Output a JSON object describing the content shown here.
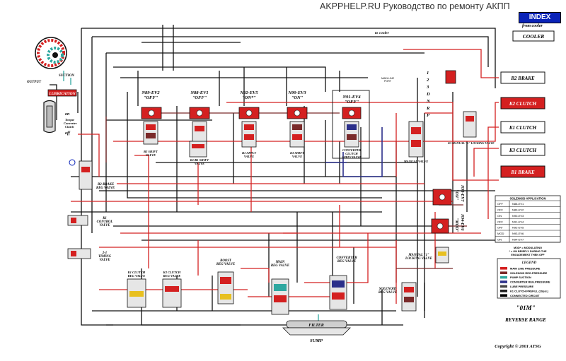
{
  "header": {
    "site_title": "AKPPHELP.RU Руководство по ремонту АКПП",
    "index_button": "INDEX"
  },
  "top": {
    "from_cooler": "from cooler",
    "cooler": "COOLER",
    "to_cooler": "to cooler"
  },
  "left": {
    "suction": "SUCTION",
    "output": "OUTPUT",
    "lubrication": "LUBRICATION",
    "converter_on": "on",
    "converter_label_1": "Torque",
    "converter_label_2": "Converter",
    "converter_label_3": "Clutch",
    "converter_off": "off"
  },
  "solenoids": [
    {
      "name": "N89-EV2",
      "state": "\"OFF\"",
      "valve_1": "B2 SHIFT",
      "valve_2": "VALVE"
    },
    {
      "name": "N88-EV1",
      "state": "\"OFF\"",
      "valve_1": "K1/B1 SHIFT",
      "valve_2": "VALVE"
    },
    {
      "name": "N92-EV5",
      "state": "\"ON*\"",
      "valve_1": "B1 APPLY",
      "valve_2": "VALVE"
    },
    {
      "name": "N90-EV3",
      "state": "\"ON\"",
      "valve_1": "K3 SHIFT",
      "valve_2": "VALVE"
    },
    {
      "name": "N91-EV4",
      "state": "\"OFF\"",
      "valve_1": "CONVERTER",
      "valve_2": "CLUTCH",
      "valve_3": "APPLY VALVE"
    }
  ],
  "gears": [
    "1",
    "2",
    "3",
    "D",
    "N",
    "R",
    "P"
  ],
  "manual_valve": "MANUAL VALVE",
  "k3_locking": "K3 MANUAL \"1\" LOCKING VALVE",
  "right_boxes": {
    "b2_brake": "B2 BRAKE",
    "k2_clutch": "K2 CLUTCH",
    "k1_clutch": "K1 CLUTCH",
    "k3_clutch": "K3 CLUTCH",
    "b1_brake": "B1 BRAKE"
  },
  "n93": {
    "name": "N93-EV7",
    "state": "\"ON\""
  },
  "n94": {
    "name": "N94-EV6",
    "state": "\"MOD\""
  },
  "mid_valves": {
    "b2_brake_reg_1": "B2-BRAKE",
    "b2_brake_reg_2": "REG VALVE",
    "k1_control_1": "K1",
    "k1_control_2": "CONTROL",
    "k1_control_3": "VALVE",
    "timing_1": "2-1",
    "timing_2": "TIMING",
    "timing_3": "VALVE",
    "k1_clutch_reg_1": "K1 CLUTCH",
    "k1_clutch_reg_2": "REG VALVE",
    "k3_clutch_reg_1": "K3 CLUTCH",
    "k3_clutch_reg_2": "REG VALVE",
    "boost_1": "BOOST",
    "boost_2": "REG VALVE",
    "main_reg_1": "MAIN",
    "main_reg_2": "REG VALVE",
    "converter_reg_1": "CONVERTER",
    "converter_reg_2": "REG VALVE",
    "manual_1_lock_1": "MANUAL \"1\"",
    "manual_1_lock_2": "LOCKING VALVE",
    "solenoid_reg_1": "SOLENOID",
    "solenoid_reg_2": "REG VALVE",
    "main_line_port_1": "MAIN LINE",
    "main_line_port_2": "PORT"
  },
  "bottom": {
    "filter": "FILTER",
    "sump": "SUMP"
  },
  "solenoid_table": {
    "header": "SOLENOID APPLICATION",
    "rows": [
      {
        "state": "OFF",
        "solenoid": "N88-EV1"
      },
      {
        "state": "OFF",
        "solenoid": "N89-EV2"
      },
      {
        "state": "ON",
        "solenoid": "N90-EV3"
      },
      {
        "state": "OFF",
        "solenoid": "N91-EV4"
      },
      {
        "state": "ON*",
        "solenoid": "N92-EV5"
      },
      {
        "state": "MOD",
        "solenoid": "N93-EV6"
      },
      {
        "state": "ON",
        "solenoid": "N94-EV7"
      }
    ]
  },
  "note": {
    "line_1": "MOD* = MODULATING",
    "line_2": "* = ON BRIEFLY DURING THE",
    "line_3": "ENGAGEMENT THEN OFF"
  },
  "legend": {
    "title": "LEGEND",
    "items": [
      {
        "label": "MAIN LINE PRESSURE",
        "color": "#d42020"
      },
      {
        "label": "SOLENOID REG.PRESSURE",
        "color": "#7a2a2a"
      },
      {
        "label": "PUMP SUCTION",
        "color": "#2fa8a0"
      },
      {
        "label": "CONVERTER REG.PRESSURE",
        "color": "#2b2f8a"
      },
      {
        "label": "LUBE PRESSURE",
        "color": "#444444"
      },
      {
        "label": "K1 CLUTCH PREFILL (10psi.)",
        "color": "#222222"
      },
      {
        "label": "CONNECTED CIRCUIT",
        "color": "#000000"
      }
    ]
  },
  "title_block": {
    "code": "\"01M\"",
    "range": "REVERSE RANGE"
  },
  "copyright": "Copyright © 2001 ATSG",
  "colors": {
    "main_line": "#d42020",
    "solenoid": "#7a2a2a",
    "suction": "#2fa8a0",
    "converter": "#2b2f8a",
    "accent_blue": "#0a23b8",
    "box_red": "#d42020"
  }
}
